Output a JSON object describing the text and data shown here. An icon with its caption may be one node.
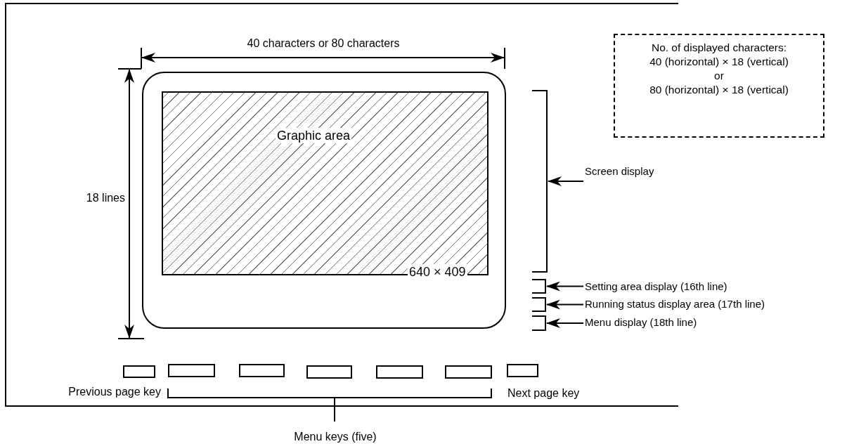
{
  "diagram": {
    "nodes": [
      {
        "text": [],
        "shape": "box"
      },
      {
        "text": [
          "Graphic area",
          "640 × 409"
        ],
        "in": 0
      },
      {
        "text": [
          "No. of displayed characters:",
          "40 (horizontal) × 18 (vertical)",
          "or",
          "80 (horizontal) × 18 (vertical)"
        ]
      },
      {
        "text": [
          "Screen display"
        ]
      },
      {
        "text": [],
        "shape": "bracket"
      },
      {
        "text": [
          "Setting area display (16th line)"
        ]
      },
      {
        "text": [],
        "shape": "bracket"
      },
      {
        "text": [
          "Running status display area (17th line)"
        ]
      },
      {
        "text": [],
        "shape": "bracket"
      },
      {
        "text": [
          "Menu display (18th line)"
        ]
      },
      {
        "text": [],
        "shape": "bracket"
      },
      {
        "text": [],
        "shape": "box",
        "beside": [
          "Previous page key"
        ]
      },
      {
        "text": [],
        "shape": "box"
      },
      {
        "text": [],
        "shape": "box"
      },
      {
        "text": [],
        "shape": "box"
      },
      {
        "text": [],
        "shape": "box"
      },
      {
        "text": [],
        "shape": "box"
      },
      {
        "text": [],
        "shape": "box",
        "beside": [
          "Next page key"
        ]
      }
    ],
    "edges": [
      {
        "from": 3,
        "to": 4,
        "arrow": "to"
      },
      {
        "from": 5,
        "to": 6,
        "arrow": "to"
      },
      {
        "from": 7,
        "to": 8,
        "arrow": "to"
      },
      {
        "from": 9,
        "to": 10,
        "arrow": "to"
      }
    ],
    "labels": [
      "40 characters or 80 characters",
      "18 lines",
      "Menu keys (five)"
    ]
  }
}
